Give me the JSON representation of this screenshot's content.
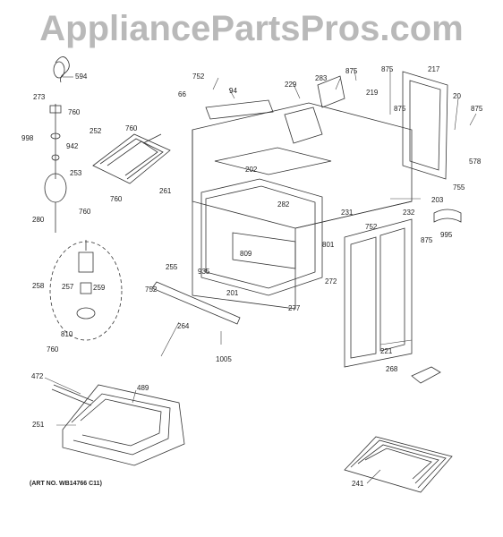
{
  "watermark": "AppliancePartsPros.com",
  "art_number": "(ART NO. WB14766 C11)",
  "callouts": [
    {
      "id": "594",
      "text": "594"
    },
    {
      "id": "273",
      "text": "273"
    },
    {
      "id": "760a",
      "text": "760"
    },
    {
      "id": "998",
      "text": "998"
    },
    {
      "id": "942",
      "text": "942"
    },
    {
      "id": "252",
      "text": "252"
    },
    {
      "id": "760b",
      "text": "760"
    },
    {
      "id": "253",
      "text": "253"
    },
    {
      "id": "760c",
      "text": "760"
    },
    {
      "id": "760d",
      "text": "760"
    },
    {
      "id": "280",
      "text": "280"
    },
    {
      "id": "752a",
      "text": "752"
    },
    {
      "id": "66",
      "text": "66"
    },
    {
      "id": "94",
      "text": "94"
    },
    {
      "id": "229",
      "text": "229"
    },
    {
      "id": "283",
      "text": "283"
    },
    {
      "id": "875a",
      "text": "875"
    },
    {
      "id": "875b",
      "text": "875"
    },
    {
      "id": "219",
      "text": "219"
    },
    {
      "id": "217",
      "text": "217"
    },
    {
      "id": "875c",
      "text": "875"
    },
    {
      "id": "20",
      "text": "20"
    },
    {
      "id": "875d",
      "text": "875"
    },
    {
      "id": "578",
      "text": "578"
    },
    {
      "id": "755",
      "text": "755"
    },
    {
      "id": "202",
      "text": "202"
    },
    {
      "id": "261",
      "text": "261"
    },
    {
      "id": "282",
      "text": "282"
    },
    {
      "id": "231",
      "text": "231"
    },
    {
      "id": "203",
      "text": "203"
    },
    {
      "id": "232",
      "text": "232"
    },
    {
      "id": "752b",
      "text": "752"
    },
    {
      "id": "875e",
      "text": "875"
    },
    {
      "id": "995",
      "text": "995"
    },
    {
      "id": "801",
      "text": "801"
    },
    {
      "id": "809",
      "text": "809"
    },
    {
      "id": "255",
      "text": "255"
    },
    {
      "id": "935",
      "text": "935"
    },
    {
      "id": "752c",
      "text": "752"
    },
    {
      "id": "201",
      "text": "201"
    },
    {
      "id": "272",
      "text": "272"
    },
    {
      "id": "258",
      "text": "258"
    },
    {
      "id": "257",
      "text": "257"
    },
    {
      "id": "259",
      "text": "259"
    },
    {
      "id": "264",
      "text": "264"
    },
    {
      "id": "277",
      "text": "277"
    },
    {
      "id": "810",
      "text": "810"
    },
    {
      "id": "760e",
      "text": "760"
    },
    {
      "id": "1005",
      "text": "1005"
    },
    {
      "id": "221",
      "text": "221"
    },
    {
      "id": "268",
      "text": "268"
    },
    {
      "id": "472",
      "text": "472"
    },
    {
      "id": "489",
      "text": "489"
    },
    {
      "id": "251",
      "text": "251"
    },
    {
      "id": "241",
      "text": "241"
    }
  ]
}
